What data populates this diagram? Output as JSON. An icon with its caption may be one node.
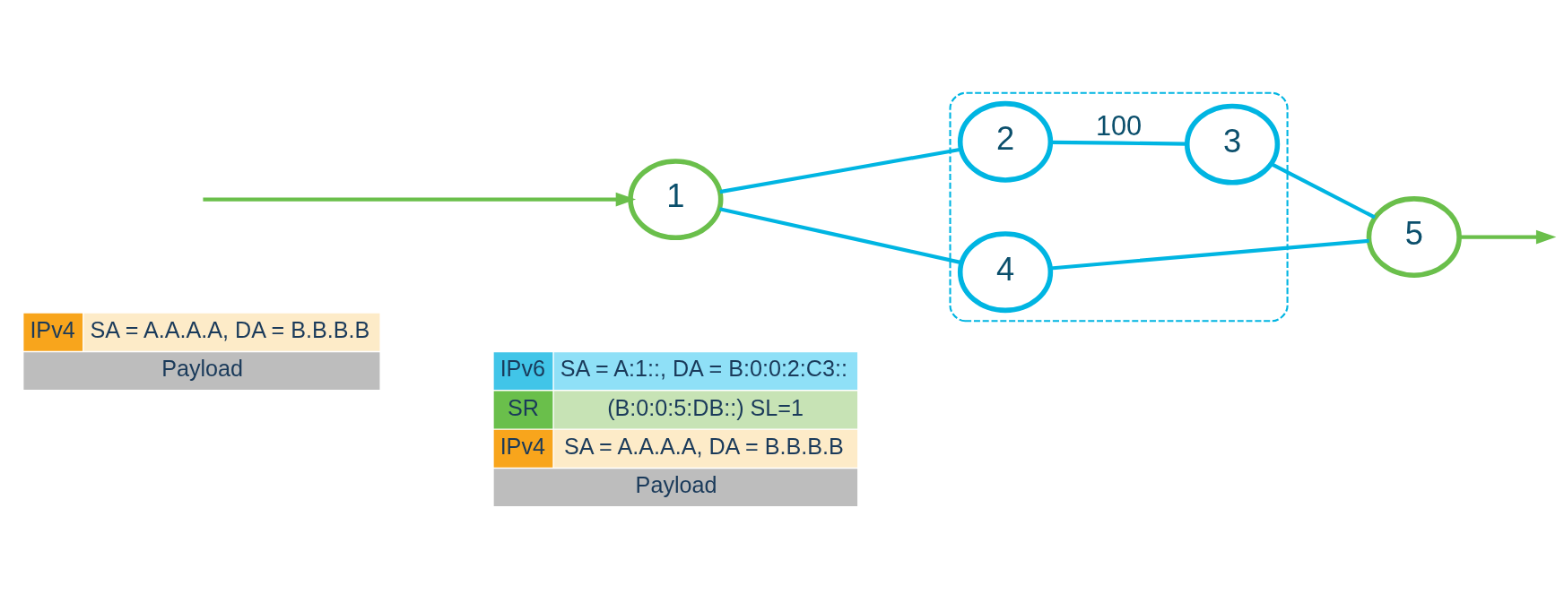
{
  "diagram": {
    "nodes": [
      {
        "text": [],
        "shape": "box"
      },
      {
        "text": [
          "1"
        ]
      },
      {
        "text": [
          "2"
        ],
        "in": 0
      },
      {
        "text": [
          "3"
        ],
        "in": 0
      },
      {
        "text": [
          "4"
        ],
        "in": 0
      },
      {
        "text": [
          "5"
        ]
      }
    ],
    "edges": [
      {
        "from": null,
        "to": 1,
        "arrow": "to",
        "color": "#6abf4b"
      },
      {
        "from": 1,
        "to": 2,
        "arrow": "none"
      },
      {
        "from": 2,
        "to": 3,
        "arrow": "none",
        "label": "100"
      },
      {
        "from": 3,
        "to": 5,
        "arrow": "none"
      },
      {
        "from": 1,
        "to": 4,
        "arrow": "none"
      },
      {
        "from": 4,
        "to": 5,
        "arrow": "none"
      },
      {
        "from": 5,
        "to": null,
        "arrow": "to",
        "color": "#6abf4b"
      }
    ],
    "labels": [
      "IPv4",
      "SA = A.A.A.A, DA = B.B.B.B",
      "Payload",
      "IPv6",
      "SA = A:1::, DA = B:0:0:2:C3::",
      "SR",
      "(B:0:0:5:DB::) SL=1",
      "IPv4",
      "SA = A.A.A.A, DA = B.B.B.B",
      "Payload"
    ]
  }
}
